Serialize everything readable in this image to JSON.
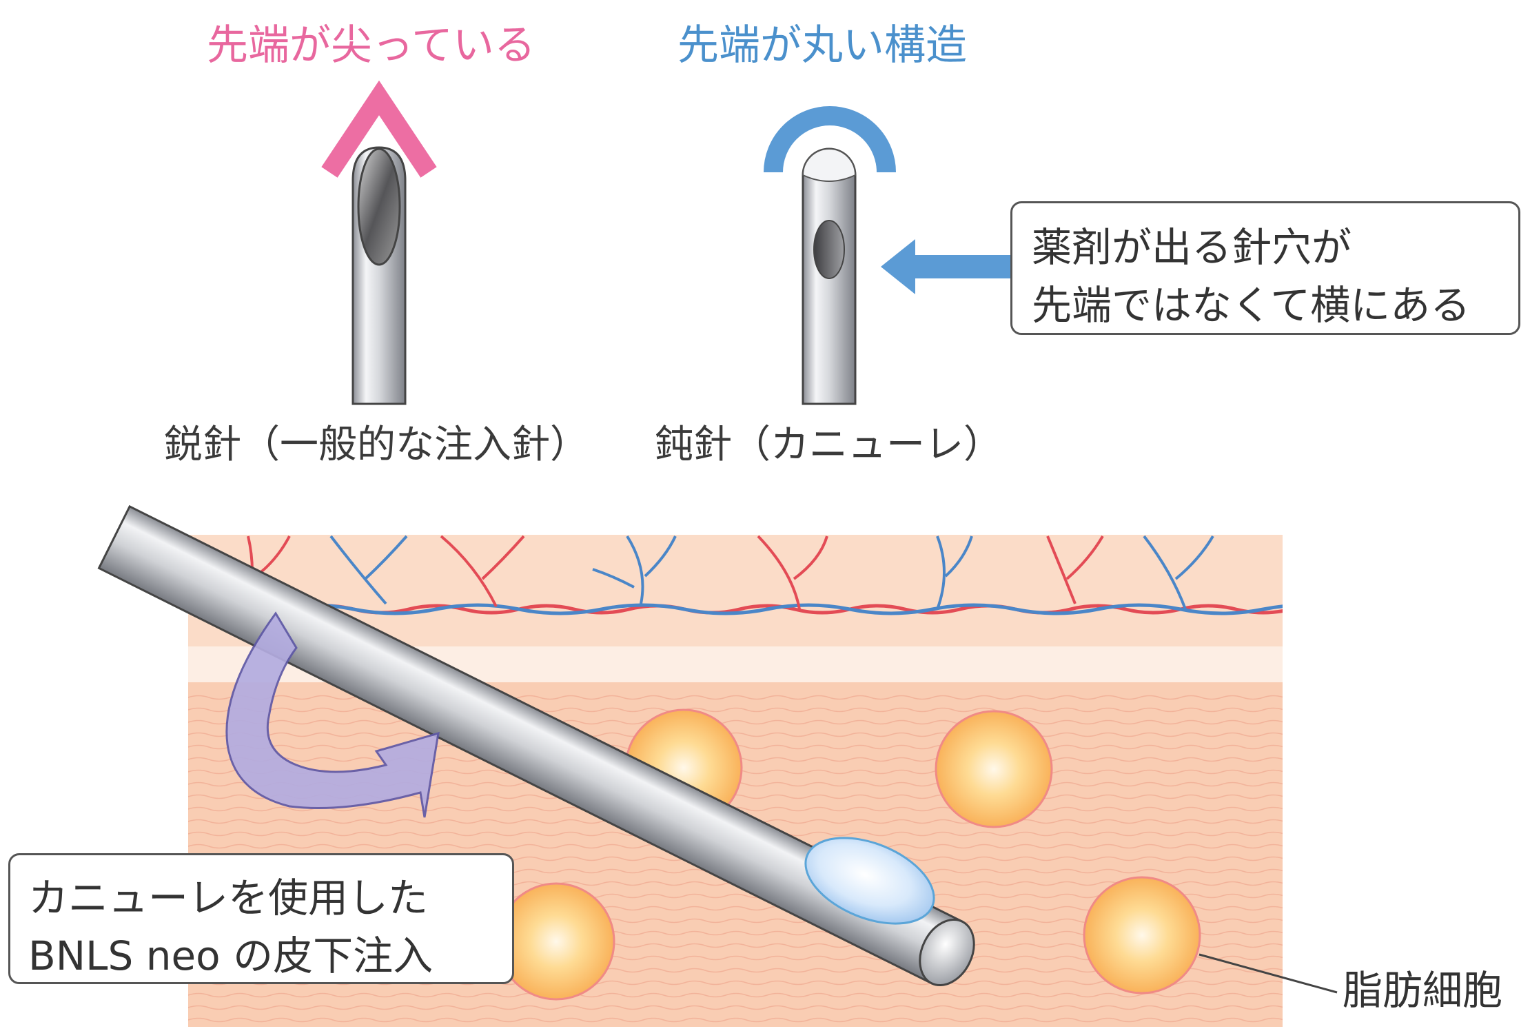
{
  "headings": {
    "sharp_tip": "先端が尖っている",
    "round_tip": "先端が丸い構造"
  },
  "needles": {
    "sharp_caption": "鋭針（一般的な注入針）",
    "blunt_caption": "鈍針（カニューレ）"
  },
  "callouts": {
    "side_hole": [
      "薬剤が出る針穴が",
      "先端ではなくて横にある"
    ],
    "injection": [
      "カニューレを使用した",
      "BNLS neo の皮下注入"
    ]
  },
  "labels": {
    "fat_cell": "脂肪細胞"
  },
  "colors": {
    "pink_accent": "#ed6ea3",
    "blue_accent": "#5b9bd5",
    "skin_upper": "#fbdcc8",
    "skin_lower": "#f9cdb3",
    "artery": "#e34b55",
    "vein": "#4a86c8",
    "fat_cell": "#fcc46a",
    "rotation_arrow": "#b3ace0"
  }
}
